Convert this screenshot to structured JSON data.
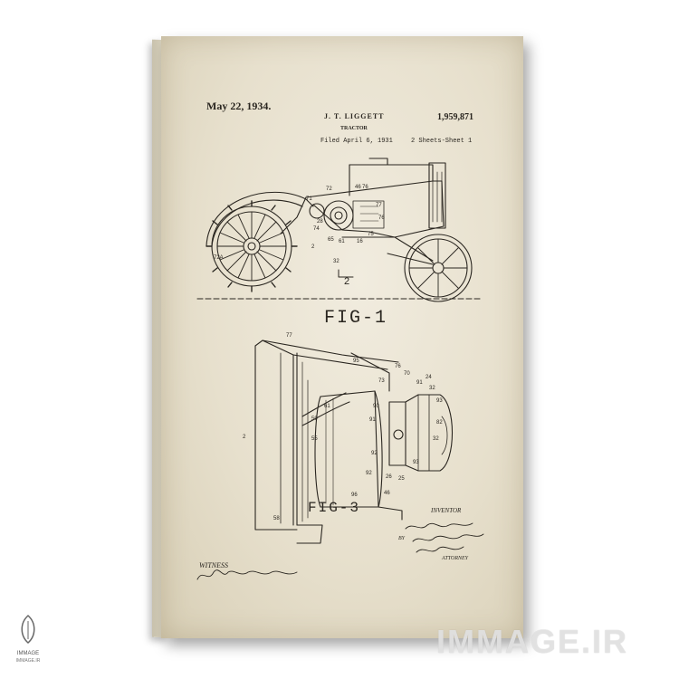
{
  "patent": {
    "date": "May 22, 1934.",
    "inventor_name": "J. T. LIGGETT",
    "patent_number": "1,959,871",
    "subject": "TRACTOR",
    "filed": "Filed April 6, 1931",
    "sheets": "2 Sheets-Sheet 1",
    "fig1_label": "FIG-1",
    "fig3_label": "FIG-3",
    "inventor_label": "INVENTOR",
    "witness_label": "WITNESS",
    "by_label": "BY",
    "attorney_label": "ATTORNEY"
  },
  "watermark": {
    "text": "IMMAGE.IR",
    "logo_text": "IMMAGE",
    "logo_subtext": "IMMAGE.IR"
  },
  "colors": {
    "ink": "#2a2620",
    "paper": "#ebe5d3"
  }
}
